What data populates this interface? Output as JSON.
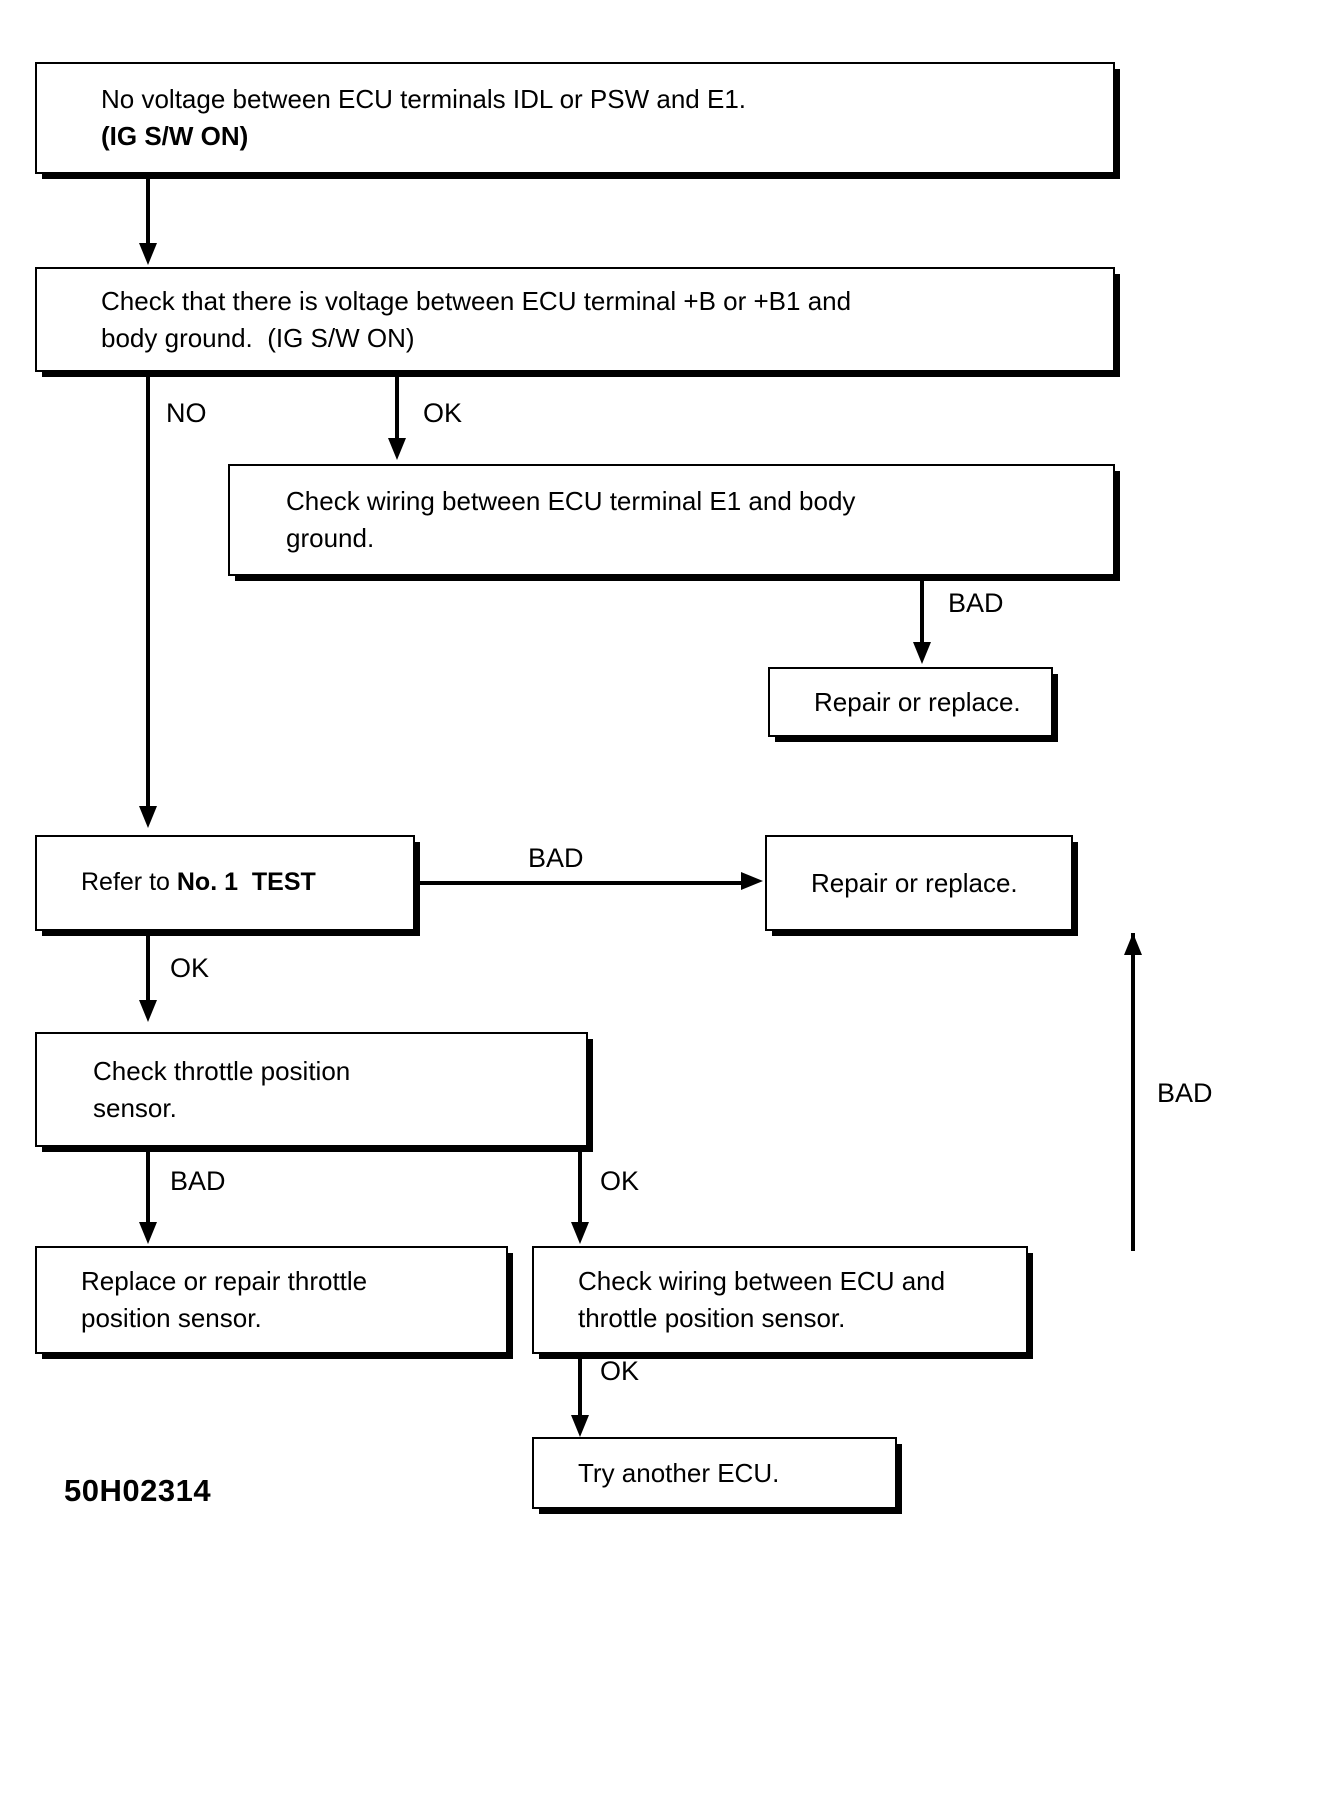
{
  "document": {
    "type": "troubleshooting-flowchart",
    "reference_code": "50H02314",
    "ink_color": "#000000",
    "background_color": "#ffffff"
  },
  "nodes": {
    "start": {
      "id": "start",
      "line1": "No voltage between ECU terminals IDL or PSW and E1.",
      "line2": "(IG S/W ON)"
    },
    "check_voltage_b": {
      "id": "check-voltage-b",
      "line1": "Check that there is voltage between ECU terminal +B or +B1 and",
      "line2": "body ground.  (IG S/W ON)"
    },
    "check_wiring_e1": {
      "id": "check-wiring-e1",
      "line1": "Check wiring between ECU terminal E1 and body",
      "line2": "ground."
    },
    "repair_replace_1": {
      "id": "repair-or-replace-1",
      "line1": "Repair or replace."
    },
    "refer_test": {
      "id": "refer-to-no-1-test",
      "prefix": "Refer to ",
      "bold": "No. 1  TEST"
    },
    "repair_replace_2": {
      "id": "repair-or-replace-2",
      "line1": "Repair or replace."
    },
    "check_tps": {
      "id": "check-throttle-position-sensor",
      "line1": "Check throttle position",
      "line2": "sensor."
    },
    "replace_tps": {
      "id": "replace-or-repair-throttle-position-sensor",
      "line1": "Replace or repair throttle",
      "line2": "position sensor."
    },
    "check_wiring_tps": {
      "id": "check-wiring-ecu-tps",
      "line1": "Check wiring between ECU and",
      "line2": "throttle position sensor."
    },
    "try_ecu": {
      "id": "try-another-ecu",
      "line1": "Try another ECU."
    }
  },
  "edge_labels": {
    "no_1": "NO",
    "ok_1": "OK",
    "bad_1": "BAD",
    "bad_2": "BAD",
    "ok_2": "OK",
    "bad_3": "BAD",
    "ok_3": "OK",
    "bad_4": "BAD",
    "ok_4": "OK"
  }
}
